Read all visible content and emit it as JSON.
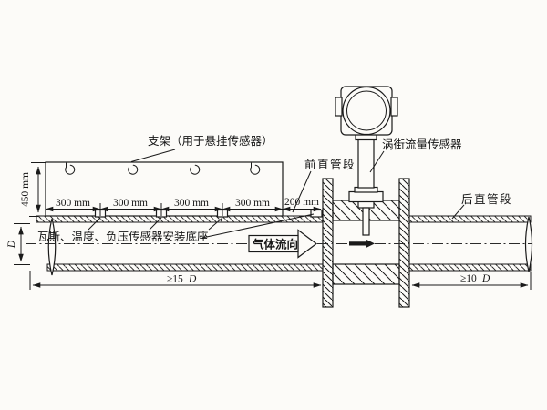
{
  "labels": {
    "bracket": "支架（用于悬挂传感器）",
    "vortex_sensor": "涡街流量传感器",
    "front_straight_pipe": "前直管段",
    "rear_straight_pipe": "后直管段",
    "mount_bases": "瓦斯、温度、负压传感器安装底座",
    "gas_flow_direction": "气体流向"
  },
  "dimensions": {
    "bracket_height": "450 mm",
    "boss_spacings": [
      "300 mm",
      "300 mm",
      "300 mm",
      "300 mm"
    ],
    "last_spacing": "200 mm",
    "upstream_length": "≥15",
    "downstream_length": "≥10",
    "diameter_symbol": "D"
  },
  "colors": {
    "line": "#1a1a1a",
    "background": "#fcfbf8"
  }
}
